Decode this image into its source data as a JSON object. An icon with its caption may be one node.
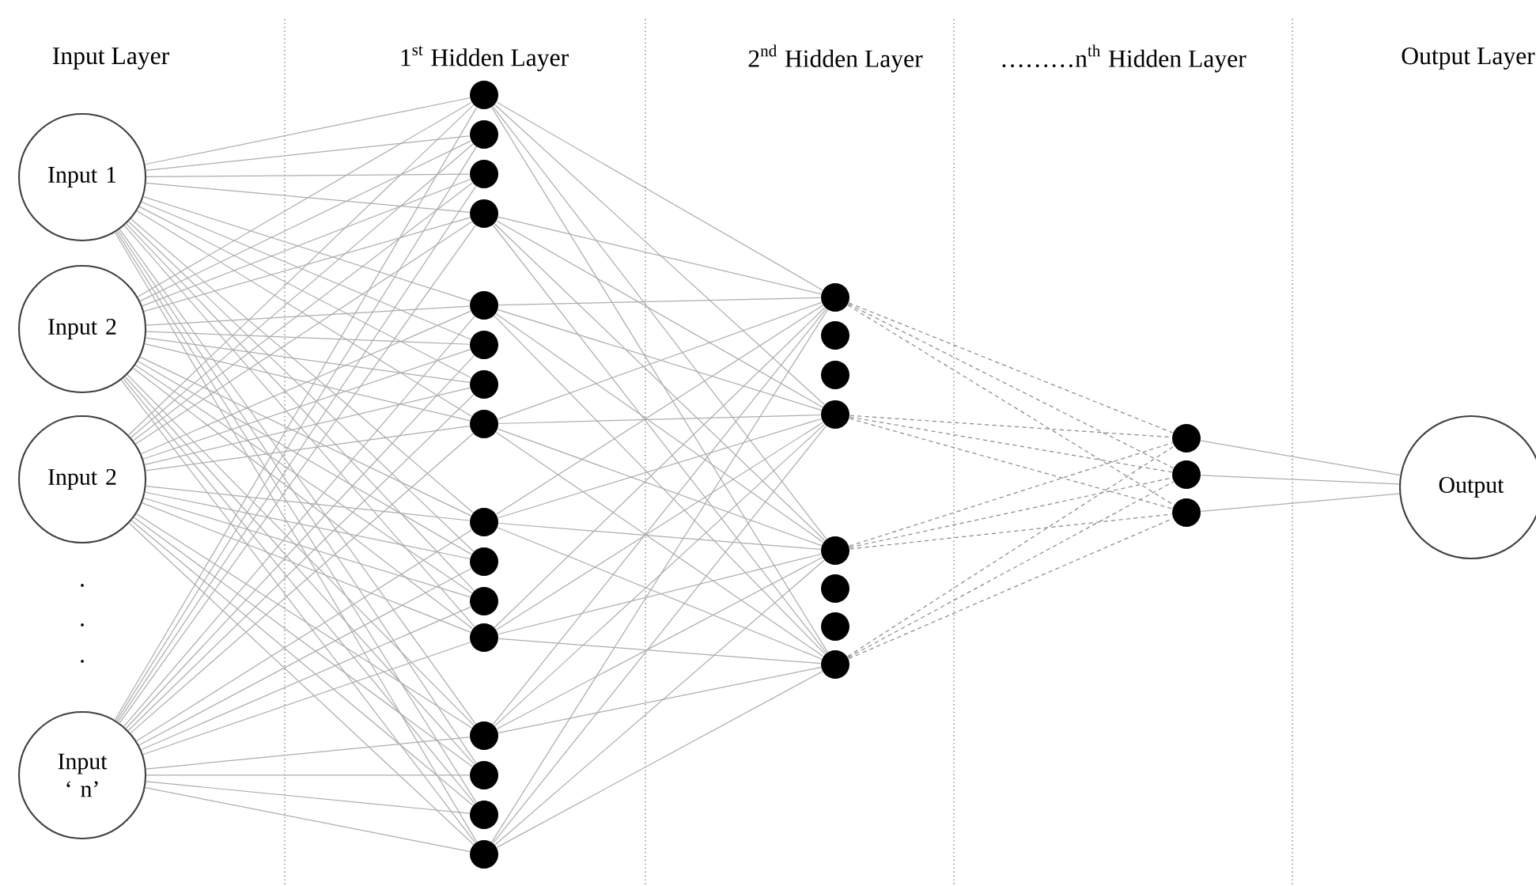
{
  "diagram": {
    "nodes": [
      {
        "text": [
          "Input 1"
        ]
      },
      {
        "text": [
          "Input 2"
        ]
      },
      {
        "text": [
          "Input 2"
        ]
      },
      {
        "text": [
          "Input ‘ n’"
        ]
      },
      {
        "text": [],
        "shape": "circle"
      },
      {
        "text": [],
        "shape": "circle"
      },
      {
        "text": [],
        "shape": "circle"
      },
      {
        "text": [],
        "shape": "circle"
      },
      {
        "text": [],
        "shape": "circle"
      },
      {
        "text": [],
        "shape": "circle"
      },
      {
        "text": [],
        "shape": "circle"
      },
      {
        "text": [],
        "shape": "circle"
      },
      {
        "text": [],
        "shape": "circle"
      },
      {
        "text": [],
        "shape": "circle"
      },
      {
        "text": [],
        "shape": "circle"
      },
      {
        "text": [],
        "shape": "circle"
      },
      {
        "text": [],
        "shape": "circle"
      },
      {
        "text": [],
        "shape": "circle"
      },
      {
        "text": [],
        "shape": "circle"
      },
      {
        "text": [],
        "shape": "circle"
      },
      {
        "text": [],
        "shape": "circle"
      },
      {
        "text": [],
        "shape": "circle"
      },
      {
        "text": [],
        "shape": "circle"
      },
      {
        "text": [],
        "shape": "circle"
      },
      {
        "text": [],
        "shape": "circle"
      },
      {
        "text": [],
        "shape": "circle"
      },
      {
        "text": [],
        "shape": "circle"
      },
      {
        "text": [],
        "shape": "circle"
      },
      {
        "text": [],
        "shape": "circle"
      },
      {
        "text": [],
        "shape": "circle"
      },
      {
        "text": [],
        "shape": "circle"
      },
      {
        "text": [
          "Output"
        ]
      }
    ],
    "edges": [
      {
        "from": 0,
        "to": 4,
        "arrow": "none"
      },
      {
        "from": 0,
        "to": 5,
        "arrow": "none"
      },
      {
        "from": 0,
        "to": 6,
        "arrow": "none"
      },
      {
        "from": 0,
        "to": 7,
        "arrow": "none"
      },
      {
        "from": 0,
        "to": 8,
        "arrow": "none"
      },
      {
        "from": 0,
        "to": 9,
        "arrow": "none"
      },
      {
        "from": 0,
        "to": 10,
        "arrow": "none"
      },
      {
        "from": 0,
        "to": 11,
        "arrow": "none"
      },
      {
        "from": 0,
        "to": 12,
        "arrow": "none"
      },
      {
        "from": 0,
        "to": 13,
        "arrow": "none"
      },
      {
        "from": 0,
        "to": 14,
        "arrow": "none"
      },
      {
        "from": 0,
        "to": 15,
        "arrow": "none"
      },
      {
        "from": 0,
        "to": 16,
        "arrow": "none"
      },
      {
        "from": 0,
        "to": 17,
        "arrow": "none"
      },
      {
        "from": 0,
        "to": 18,
        "arrow": "none"
      },
      {
        "from": 0,
        "to": 19,
        "arrow": "none"
      },
      {
        "from": 1,
        "to": 4,
        "arrow": "none"
      },
      {
        "from": 1,
        "to": 5,
        "arrow": "none"
      },
      {
        "from": 1,
        "to": 6,
        "arrow": "none"
      },
      {
        "from": 1,
        "to": 7,
        "arrow": "none"
      },
      {
        "from": 1,
        "to": 8,
        "arrow": "none"
      },
      {
        "from": 1,
        "to": 9,
        "arrow": "none"
      },
      {
        "from": 1,
        "to": 10,
        "arrow": "none"
      },
      {
        "from": 1,
        "to": 11,
        "arrow": "none"
      },
      {
        "from": 1,
        "to": 12,
        "arrow": "none"
      },
      {
        "from": 1,
        "to": 13,
        "arrow": "none"
      },
      {
        "from": 1,
        "to": 14,
        "arrow": "none"
      },
      {
        "from": 1,
        "to": 15,
        "arrow": "none"
      },
      {
        "from": 1,
        "to": 16,
        "arrow": "none"
      },
      {
        "from": 1,
        "to": 17,
        "arrow": "none"
      },
      {
        "from": 1,
        "to": 18,
        "arrow": "none"
      },
      {
        "from": 1,
        "to": 19,
        "arrow": "none"
      },
      {
        "from": 2,
        "to": 4,
        "arrow": "none"
      },
      {
        "from": 2,
        "to": 5,
        "arrow": "none"
      },
      {
        "from": 2,
        "to": 6,
        "arrow": "none"
      },
      {
        "from": 2,
        "to": 7,
        "arrow": "none"
      },
      {
        "from": 2,
        "to": 8,
        "arrow": "none"
      },
      {
        "from": 2,
        "to": 9,
        "arrow": "none"
      },
      {
        "from": 2,
        "to": 10,
        "arrow": "none"
      },
      {
        "from": 2,
        "to": 11,
        "arrow": "none"
      },
      {
        "from": 2,
        "to": 12,
        "arrow": "none"
      },
      {
        "from": 2,
        "to": 13,
        "arrow": "none"
      },
      {
        "from": 2,
        "to": 14,
        "arrow": "none"
      },
      {
        "from": 2,
        "to": 15,
        "arrow": "none"
      },
      {
        "from": 2,
        "to": 16,
        "arrow": "none"
      },
      {
        "from": 2,
        "to": 17,
        "arrow": "none"
      },
      {
        "from": 2,
        "to": 18,
        "arrow": "none"
      },
      {
        "from": 2,
        "to": 19,
        "arrow": "none"
      },
      {
        "from": 3,
        "to": 4,
        "arrow": "none"
      },
      {
        "from": 3,
        "to": 5,
        "arrow": "none"
      },
      {
        "from": 3,
        "to": 6,
        "arrow": "none"
      },
      {
        "from": 3,
        "to": 7,
        "arrow": "none"
      },
      {
        "from": 3,
        "to": 8,
        "arrow": "none"
      },
      {
        "from": 3,
        "to": 9,
        "arrow": "none"
      },
      {
        "from": 3,
        "to": 10,
        "arrow": "none"
      },
      {
        "from": 3,
        "to": 11,
        "arrow": "none"
      },
      {
        "from": 3,
        "to": 12,
        "arrow": "none"
      },
      {
        "from": 3,
        "to": 13,
        "arrow": "none"
      },
      {
        "from": 3,
        "to": 14,
        "arrow": "none"
      },
      {
        "from": 3,
        "to": 15,
        "arrow": "none"
      },
      {
        "from": 3,
        "to": 16,
        "arrow": "none"
      },
      {
        "from": 3,
        "to": 17,
        "arrow": "none"
      },
      {
        "from": 3,
        "to": 18,
        "arrow": "none"
      },
      {
        "from": 3,
        "to": 19,
        "arrow": "none"
      },
      {
        "from": 4,
        "to": 20,
        "arrow": "none"
      },
      {
        "from": 4,
        "to": 23,
        "arrow": "none"
      },
      {
        "from": 4,
        "to": 24,
        "arrow": "none"
      },
      {
        "from": 4,
        "to": 27,
        "arrow": "none"
      },
      {
        "from": 7,
        "to": 20,
        "arrow": "none"
      },
      {
        "from": 7,
        "to": 23,
        "arrow": "none"
      },
      {
        "from": 7,
        "to": 24,
        "arrow": "none"
      },
      {
        "from": 7,
        "to": 27,
        "arrow": "none"
      },
      {
        "from": 8,
        "to": 20,
        "arrow": "none"
      },
      {
        "from": 8,
        "to": 23,
        "arrow": "none"
      },
      {
        "from": 8,
        "to": 24,
        "arrow": "none"
      },
      {
        "from": 8,
        "to": 27,
        "arrow": "none"
      },
      {
        "from": 11,
        "to": 20,
        "arrow": "none"
      },
      {
        "from": 11,
        "to": 23,
        "arrow": "none"
      },
      {
        "from": 11,
        "to": 24,
        "arrow": "none"
      },
      {
        "from": 11,
        "to": 27,
        "arrow": "none"
      },
      {
        "from": 12,
        "to": 20,
        "arrow": "none"
      },
      {
        "from": 12,
        "to": 23,
        "arrow": "none"
      },
      {
        "from": 12,
        "to": 24,
        "arrow": "none"
      },
      {
        "from": 12,
        "to": 27,
        "arrow": "none"
      },
      {
        "from": 15,
        "to": 20,
        "arrow": "none"
      },
      {
        "from": 15,
        "to": 23,
        "arrow": "none"
      },
      {
        "from": 15,
        "to": 24,
        "arrow": "none"
      },
      {
        "from": 15,
        "to": 27,
        "arrow": "none"
      },
      {
        "from": 16,
        "to": 20,
        "arrow": "none"
      },
      {
        "from": 16,
        "to": 23,
        "arrow": "none"
      },
      {
        "from": 16,
        "to": 24,
        "arrow": "none"
      },
      {
        "from": 16,
        "to": 27,
        "arrow": "none"
      },
      {
        "from": 19,
        "to": 20,
        "arrow": "none"
      },
      {
        "from": 19,
        "to": 23,
        "arrow": "none"
      },
      {
        "from": 19,
        "to": 24,
        "arrow": "none"
      },
      {
        "from": 19,
        "to": 27,
        "arrow": "none"
      },
      {
        "from": 20,
        "to": 28,
        "arrow": "none",
        "style": "dashed"
      },
      {
        "from": 20,
        "to": 29,
        "arrow": "none",
        "style": "dashed"
      },
      {
        "from": 20,
        "to": 30,
        "arrow": "none",
        "style": "dashed"
      },
      {
        "from": 23,
        "to": 28,
        "arrow": "none",
        "style": "dashed"
      },
      {
        "from": 23,
        "to": 29,
        "arrow": "none",
        "style": "dashed"
      },
      {
        "from": 23,
        "to": 30,
        "arrow": "none",
        "style": "dashed"
      },
      {
        "from": 24,
        "to": 28,
        "arrow": "none",
        "style": "dashed"
      },
      {
        "from": 24,
        "to": 29,
        "arrow": "none",
        "style": "dashed"
      },
      {
        "from": 24,
        "to": 30,
        "arrow": "none",
        "style": "dashed"
      },
      {
        "from": 27,
        "to": 28,
        "arrow": "none",
        "style": "dashed"
      },
      {
        "from": 27,
        "to": 29,
        "arrow": "none",
        "style": "dashed"
      },
      {
        "from": 27,
        "to": 30,
        "arrow": "none",
        "style": "dashed"
      },
      {
        "from": 28,
        "to": 31,
        "arrow": "none"
      },
      {
        "from": 29,
        "to": 31,
        "arrow": "none"
      },
      {
        "from": 30,
        "to": 31,
        "arrow": "none"
      }
    ],
    "labels": [
      "Input Layer",
      "1$^{st}$ Hidden Layer",
      "2$^{nd}$ Hidden Layer",
      "………n$^{th}$ Hidden Layer",
      "Output Layer",
      ".",
      ".",
      "."
    ]
  }
}
